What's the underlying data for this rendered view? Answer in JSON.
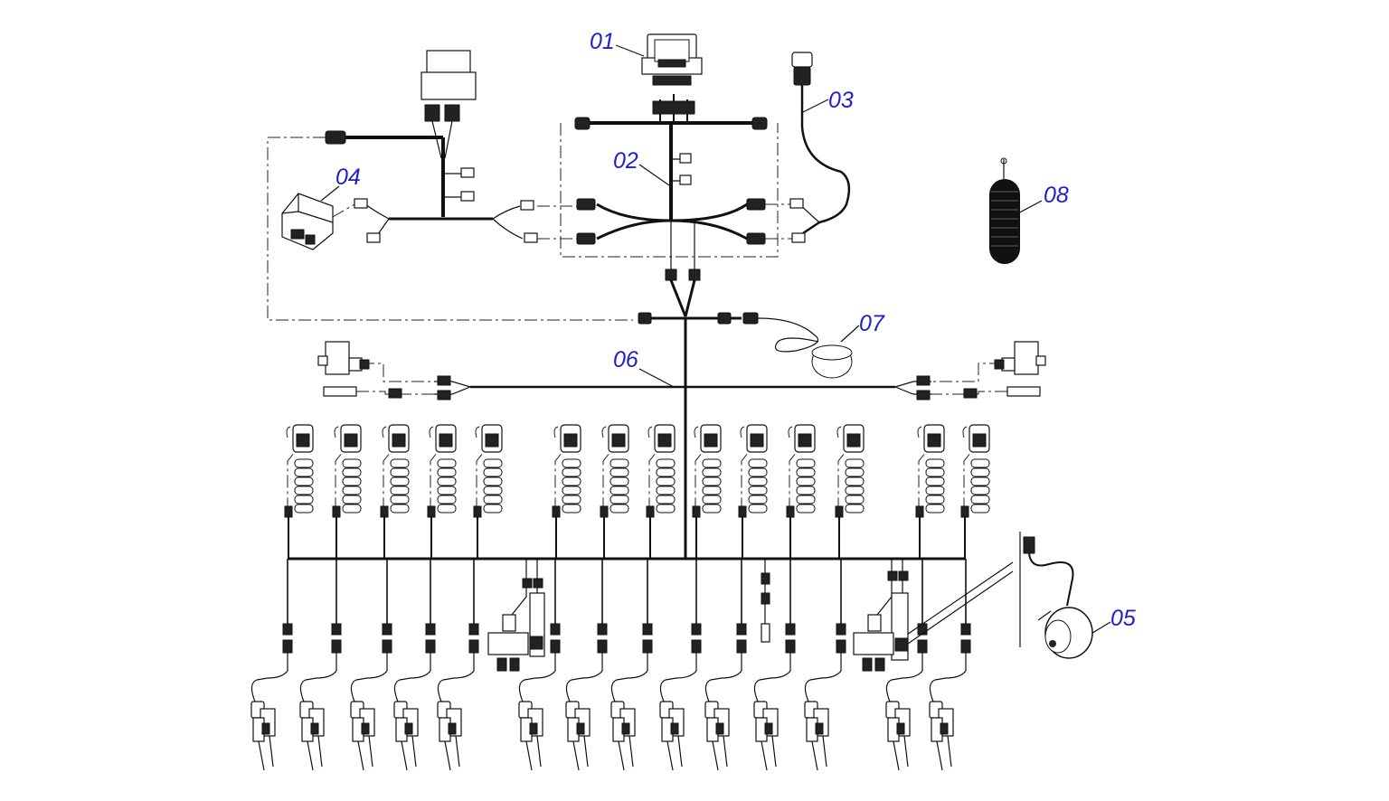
{
  "callouts": [
    {
      "id": "01",
      "label": "01"
    },
    {
      "id": "02",
      "label": "02"
    },
    {
      "id": "03",
      "label": "03"
    },
    {
      "id": "04",
      "label": "04"
    },
    {
      "id": "05",
      "label": "05"
    },
    {
      "id": "06",
      "label": "06"
    },
    {
      "id": "07",
      "label": "07"
    },
    {
      "id": "08",
      "label": "08"
    }
  ],
  "colors": {
    "callout_text": "#2020c8",
    "line": "#111111",
    "background": "#ffffff"
  }
}
